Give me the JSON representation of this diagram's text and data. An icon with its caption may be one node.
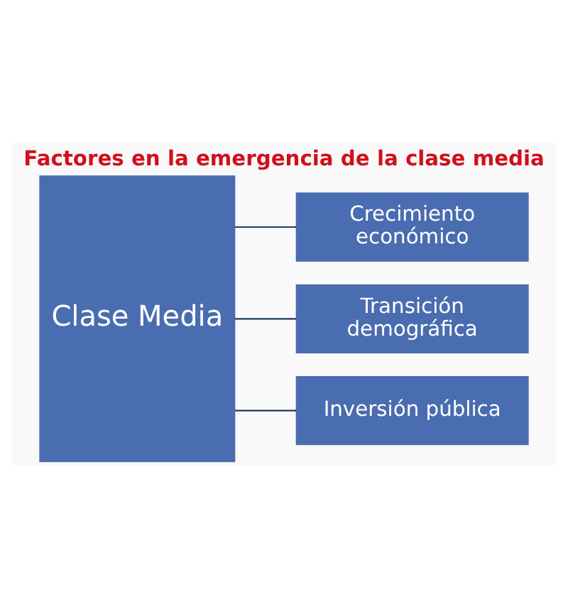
{
  "diagram": {
    "title": "Factores en la emergencia de la clase media",
    "nodes": [
      {
        "text": [
          "Clase Media"
        ]
      },
      {
        "text": [
          "Crecimiento económico"
        ]
      },
      {
        "text": [
          "Transición demográfica"
        ]
      },
      {
        "text": [
          "Inversión pública"
        ]
      }
    ],
    "edges": [
      {
        "from": 0,
        "to": 1,
        "arrow": "none"
      },
      {
        "from": 0,
        "to": 2,
        "arrow": "none"
      },
      {
        "from": 0,
        "to": 3,
        "arrow": "none"
      }
    ]
  }
}
